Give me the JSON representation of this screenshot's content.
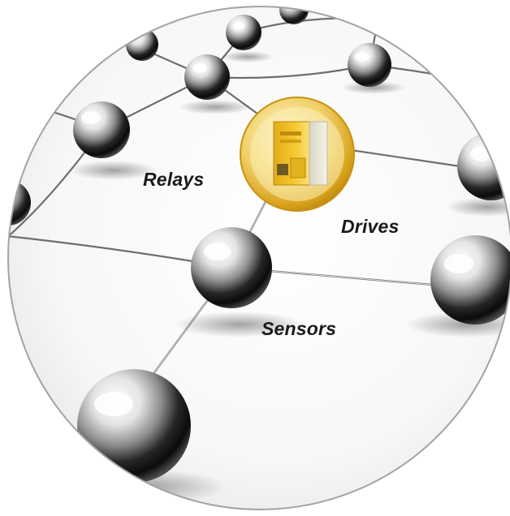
{
  "labels": {
    "relays": "Relays",
    "drives": "Drives",
    "sensors": "Sensors"
  },
  "colors": {
    "background": "#ffffff",
    "disc_border": "#a3a3a3",
    "sphere_light": "#f4f4f4",
    "sphere_dark": "#0f0f0f",
    "highlight_ring": "#e7b52c",
    "device_body": "#f0c12c"
  },
  "icons": {
    "highlight_node": "relay-device-icon"
  }
}
